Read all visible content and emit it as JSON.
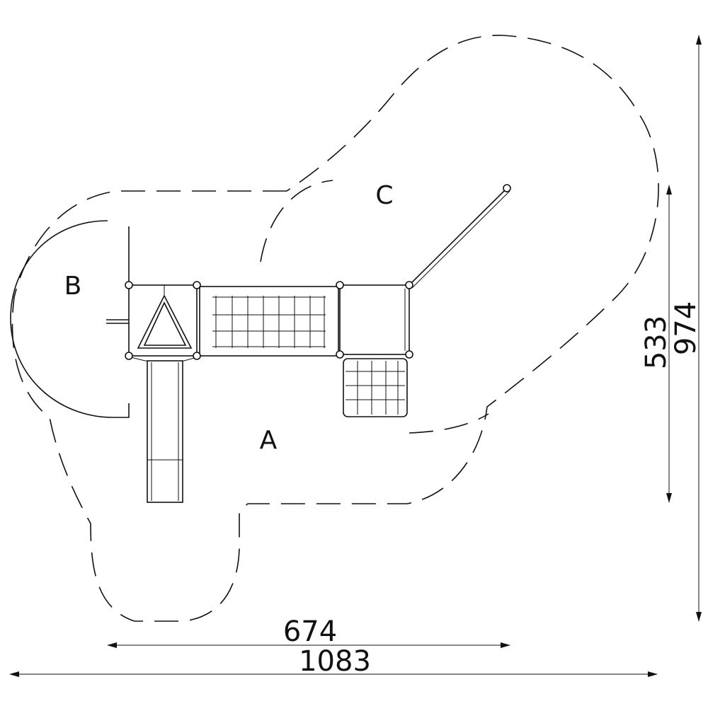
{
  "zones": {
    "a": "A",
    "b": "B",
    "c": "C"
  },
  "dimensions": {
    "width_inner": "674",
    "width_total": "1083",
    "height_inner": "533",
    "height_total": "974"
  },
  "colors": {
    "line": "#111111",
    "background": "#ffffff"
  }
}
